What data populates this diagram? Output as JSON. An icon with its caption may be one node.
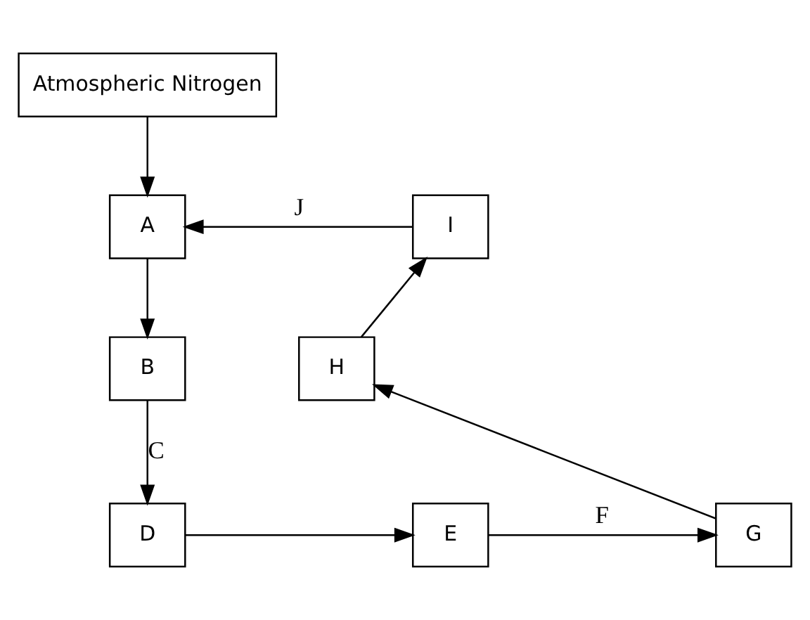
{
  "diagram": {
    "nodes": [
      {
        "text": [
          "Atmospheric Nitrogen"
        ]
      },
      {
        "text": [
          "A"
        ]
      },
      {
        "text": [
          "B"
        ]
      },
      {
        "text": [
          "D"
        ]
      },
      {
        "text": [
          "E"
        ]
      },
      {
        "text": [
          "G"
        ]
      },
      {
        "text": [
          "H"
        ]
      },
      {
        "text": [
          "I"
        ]
      }
    ],
    "edges": [
      {
        "from": 0,
        "to": 1,
        "arrow": "to"
      },
      {
        "from": 1,
        "to": 2,
        "arrow": "to"
      },
      {
        "from": 2,
        "to": 3,
        "arrow": "to",
        "label": "C"
      },
      {
        "from": 3,
        "to": 4,
        "arrow": "to"
      },
      {
        "from": 4,
        "to": 5,
        "arrow": "to",
        "label": "F"
      },
      {
        "from": 5,
        "to": 6,
        "arrow": "to"
      },
      {
        "from": 6,
        "to": 7,
        "arrow": "to"
      },
      {
        "from": 7,
        "to": 1,
        "arrow": "to",
        "label": "J"
      }
    ]
  }
}
